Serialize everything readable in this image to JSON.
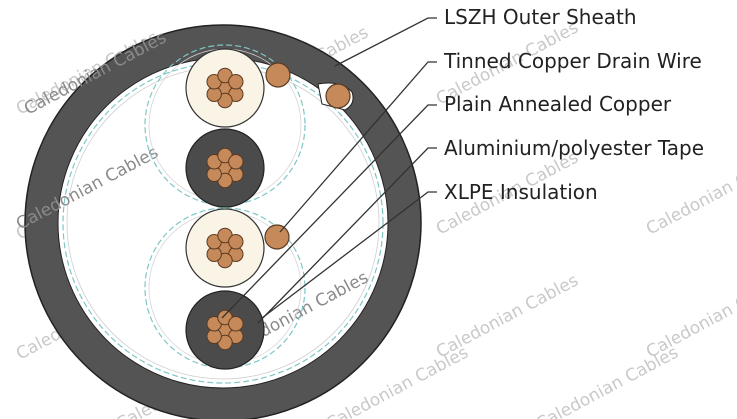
{
  "diagram": {
    "labels": [
      "LSZH Outer Sheath",
      "Tinned Copper Drain Wire",
      "Plain Annealed Copper",
      "Aluminium/polyester Tape",
      "XLPE Insulation"
    ],
    "watermark": "Caledonian Cables",
    "colors": {
      "sheath": "#545454",
      "copper": "#c68a5a",
      "copper_stroke": "#5a3a22",
      "insulation_light": "#faf4e6",
      "insulation_dark": "#4b4b4b",
      "tape_dash": "#7fc6c6",
      "leader": "#333333"
    }
  }
}
